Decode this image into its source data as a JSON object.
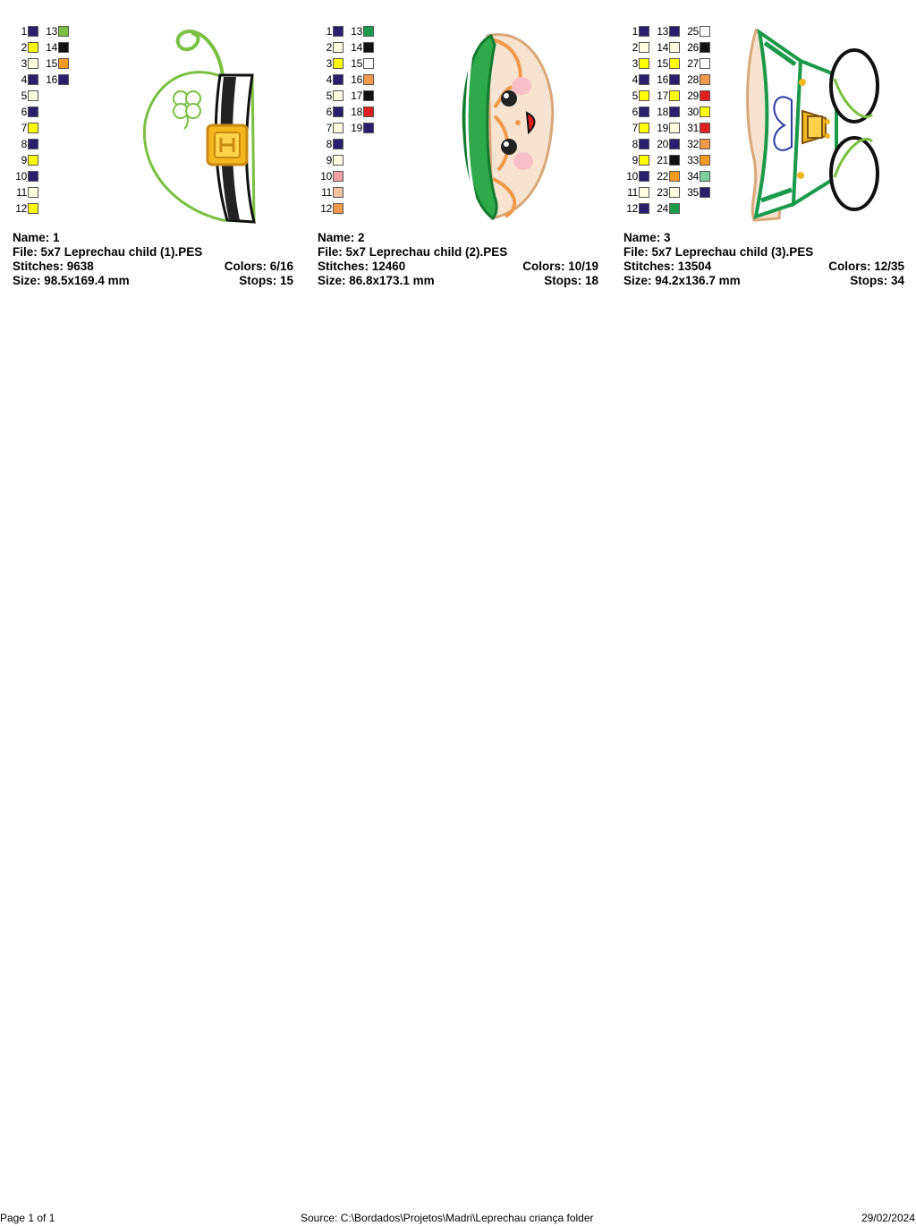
{
  "designs": [
    {
      "name_label": "Name: 1",
      "file_label": "File: 5x7 Leprechau child (1).PES",
      "stitches_label": "Stitches: 9638",
      "colors_label": "Colors: 6/16",
      "size_label": "Size: 98.5x169.4 mm",
      "stops_label": "Stops: 15",
      "swatch_columns": [
        [
          {
            "n": "1",
            "c": "#2a1f6e"
          },
          {
            "n": "2",
            "c": "#ffff00"
          },
          {
            "n": "3",
            "c": "#fffde0"
          },
          {
            "n": "4",
            "c": "#2a1f6e"
          },
          {
            "n": "5",
            "c": "#fffde0"
          },
          {
            "n": "6",
            "c": "#2a1f6e"
          },
          {
            "n": "7",
            "c": "#ffff00"
          },
          {
            "n": "8",
            "c": "#2a1f6e"
          },
          {
            "n": "9",
            "c": "#ffff00"
          },
          {
            "n": "10",
            "c": "#2a1f6e"
          },
          {
            "n": "11",
            "c": "#fffde0"
          },
          {
            "n": "12",
            "c": "#ffff00"
          }
        ],
        [
          {
            "n": "13",
            "c": "#7ac142"
          },
          {
            "n": "14",
            "c": "#111111"
          },
          {
            "n": "15",
            "c": "#f39a1e"
          },
          {
            "n": "16",
            "c": "#2a1f6e"
          }
        ]
      ]
    },
    {
      "name_label": "Name: 2",
      "file_label": "File: 5x7 Leprechau child (2).PES",
      "stitches_label": "Stitches: 12460",
      "colors_label": "Colors: 10/19",
      "size_label": "Size: 86.8x173.1 mm",
      "stops_label": "Stops: 18",
      "swatch_columns": [
        [
          {
            "n": "1",
            "c": "#2a1f6e"
          },
          {
            "n": "2",
            "c": "#fffde0"
          },
          {
            "n": "3",
            "c": "#ffff00"
          },
          {
            "n": "4",
            "c": "#2a1f6e"
          },
          {
            "n": "5",
            "c": "#fffde0"
          },
          {
            "n": "6",
            "c": "#2a1f6e"
          },
          {
            "n": "7",
            "c": "#fffde0"
          },
          {
            "n": "8",
            "c": "#2a1f6e"
          },
          {
            "n": "9",
            "c": "#fffde0"
          },
          {
            "n": "10",
            "c": "#f4a0a8"
          },
          {
            "n": "11",
            "c": "#f6c3a0"
          },
          {
            "n": "12",
            "c": "#f0994a"
          }
        ],
        [
          {
            "n": "13",
            "c": "#1a9a4a"
          },
          {
            "n": "14",
            "c": "#111111"
          },
          {
            "n": "15",
            "c": "#ffffff"
          },
          {
            "n": "16",
            "c": "#f0994a"
          },
          {
            "n": "17",
            "c": "#111111"
          },
          {
            "n": "18",
            "c": "#e0201e"
          },
          {
            "n": "19",
            "c": "#2a1f6e"
          }
        ]
      ]
    },
    {
      "name_label": "Name: 3",
      "file_label": "File: 5x7 Leprechau child (3).PES",
      "stitches_label": "Stitches: 13504",
      "colors_label": "Colors: 12/35",
      "size_label": "Size: 94.2x136.7 mm",
      "stops_label": "Stops: 34",
      "swatch_columns": [
        [
          {
            "n": "1",
            "c": "#2a1f6e"
          },
          {
            "n": "2",
            "c": "#fffde0"
          },
          {
            "n": "3",
            "c": "#ffff00"
          },
          {
            "n": "4",
            "c": "#2a1f6e"
          },
          {
            "n": "5",
            "c": "#ffff00"
          },
          {
            "n": "6",
            "c": "#2a1f6e"
          },
          {
            "n": "7",
            "c": "#ffff00"
          },
          {
            "n": "8",
            "c": "#2a1f6e"
          },
          {
            "n": "9",
            "c": "#ffff00"
          },
          {
            "n": "10",
            "c": "#2a1f6e"
          },
          {
            "n": "11",
            "c": "#fffde0"
          },
          {
            "n": "12",
            "c": "#2a1f6e"
          }
        ],
        [
          {
            "n": "13",
            "c": "#2a1f6e"
          },
          {
            "n": "14",
            "c": "#fffde0"
          },
          {
            "n": "15",
            "c": "#ffff00"
          },
          {
            "n": "16",
            "c": "#2a1f6e"
          },
          {
            "n": "17",
            "c": "#ffff00"
          },
          {
            "n": "18",
            "c": "#2a1f6e"
          },
          {
            "n": "19",
            "c": "#fffde0"
          },
          {
            "n": "20",
            "c": "#2a1f6e"
          },
          {
            "n": "21",
            "c": "#111111"
          },
          {
            "n": "22",
            "c": "#f39a1e"
          },
          {
            "n": "23",
            "c": "#fffde0"
          },
          {
            "n": "24",
            "c": "#1a9a4a"
          }
        ],
        [
          {
            "n": "25",
            "c": "#ffffff"
          },
          {
            "n": "26",
            "c": "#111111"
          },
          {
            "n": "27",
            "c": "#ffffff"
          },
          {
            "n": "28",
            "c": "#f0994a"
          },
          {
            "n": "29",
            "c": "#e0201e"
          },
          {
            "n": "30",
            "c": "#ffff00"
          },
          {
            "n": "31",
            "c": "#e0201e"
          },
          {
            "n": "32",
            "c": "#f0994a"
          },
          {
            "n": "33",
            "c": "#f39a1e"
          },
          {
            "n": "34",
            "c": "#7fd0a0"
          },
          {
            "n": "35",
            "c": "#2a1f6e"
          }
        ]
      ]
    }
  ],
  "footer": {
    "page": "Page 1 of 1",
    "source": "Source: C:\\Bordados\\Projetos\\Madri\\Leprechau criança folder",
    "date": "29/02/2024"
  }
}
